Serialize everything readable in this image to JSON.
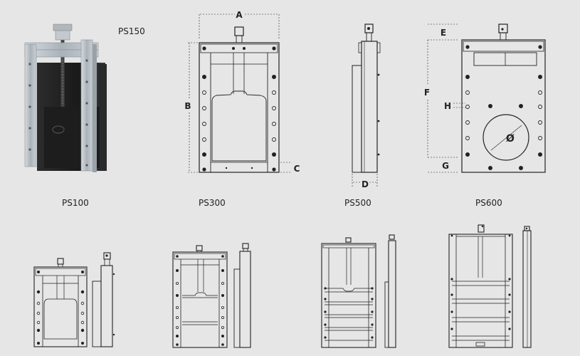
{
  "models": {
    "ps150": "PS150",
    "ps100": "PS100",
    "ps300": "PS300",
    "ps500": "PS500",
    "ps600": "PS600"
  },
  "dimensions": {
    "a": "A",
    "b": "B",
    "c": "C",
    "d": "D",
    "e": "E",
    "f": "F",
    "g": "G",
    "h": "H",
    "diameter": "Ø"
  },
  "colors": {
    "background": "#e6e6e6",
    "line": "#222222",
    "photo_frame": "#b9c0c6",
    "photo_blade": "#1f1f1f"
  }
}
